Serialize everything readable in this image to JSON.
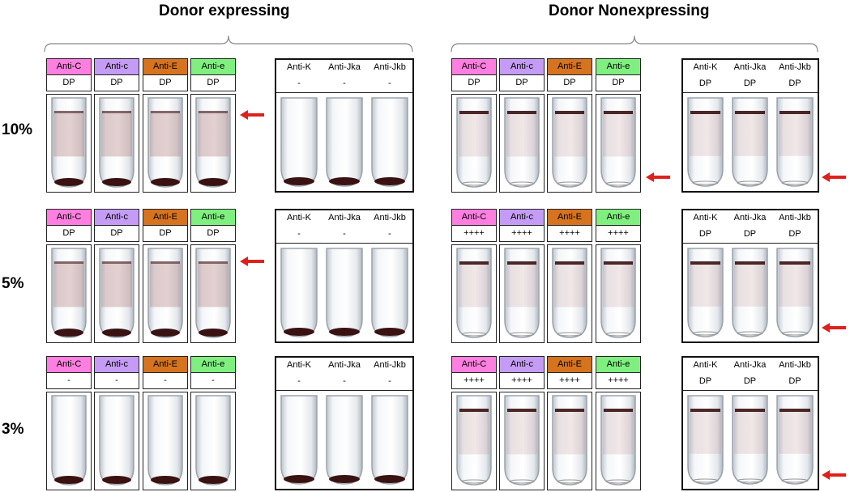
{
  "groups": {
    "expressing": {
      "title": "Donor expressing"
    },
    "nonexpressing": {
      "title": "Donor Nonexpressing"
    }
  },
  "rows": [
    {
      "label": "10%"
    },
    {
      "label": "5%"
    },
    {
      "label": "3%"
    }
  ],
  "antisera": {
    "anti_C": {
      "label": "Anti-C",
      "color": "#ff7fe0"
    },
    "anti_c": {
      "label": "Anti-c",
      "color": "#c49cf5"
    },
    "anti_E": {
      "label": "Anti-E",
      "color": "#d6731f"
    },
    "anti_e": {
      "label": "Anti-e",
      "color": "#7ff07f"
    },
    "anti_K": {
      "label": "Anti-K",
      "color": "#ffffff"
    },
    "anti_Jka": {
      "label": "Anti-Jka",
      "color": "#ffffff"
    },
    "anti_Jkb": {
      "label": "Anti-Jkb",
      "color": "#ffffff"
    }
  },
  "results": {
    "expressing": [
      {
        "rh": [
          "DP",
          "DP",
          "DP",
          "DP"
        ],
        "kidd": [
          "-",
          "-",
          "-"
        ]
      },
      {
        "rh": [
          "DP",
          "DP",
          "DP",
          "DP"
        ],
        "kidd": [
          "-",
          "-",
          "-"
        ]
      },
      {
        "rh": [
          "-",
          "-",
          "-",
          "-"
        ],
        "kidd": [
          "-",
          "-",
          "-"
        ]
      }
    ],
    "nonexpressing": [
      {
        "rh": [
          "DP",
          "DP",
          "DP",
          "DP"
        ],
        "kidd": [
          "DP",
          "DP",
          "DP"
        ]
      },
      {
        "rh": [
          "++++",
          "++++",
          "++++",
          "++++"
        ],
        "kidd": [
          "DP",
          "DP",
          "DP"
        ]
      },
      {
        "rh": [
          "++++",
          "++++",
          "++++",
          "++++"
        ],
        "kidd": [
          "DP",
          "DP",
          "DP"
        ]
      }
    ]
  },
  "colors": {
    "arrow": "#e0201c",
    "cells": "#3a1212",
    "tint": "#b07878"
  }
}
